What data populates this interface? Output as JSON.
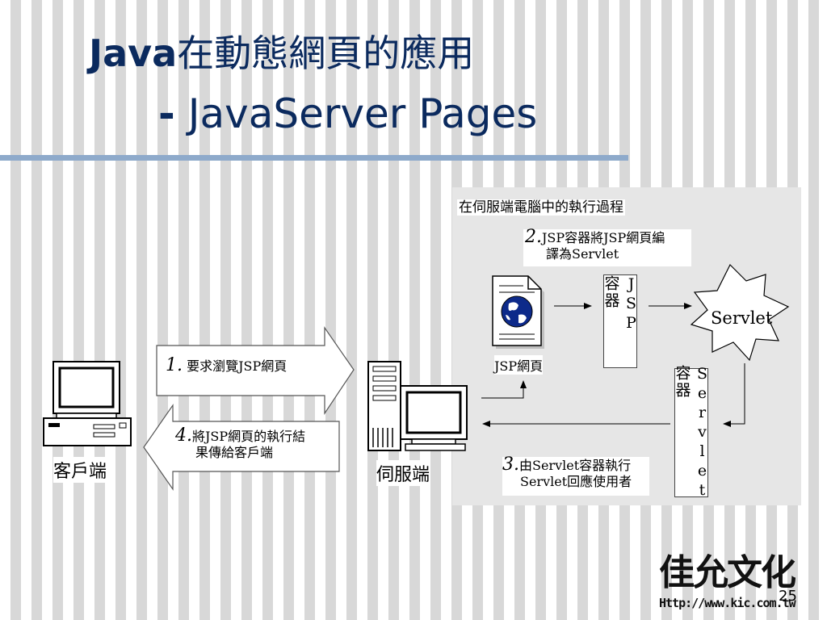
{
  "title": {
    "line1_latin": "Java",
    "line1_cjk": "在動態網頁的應用",
    "line2_dash": "-",
    "line2_text": "JavaServer Pages"
  },
  "server_panel": {
    "heading": "在伺服端電腦中的執行過程"
  },
  "steps": {
    "step1": {
      "num": "1.",
      "text": "要求瀏覽JSP網頁"
    },
    "step2": {
      "num": "2.",
      "line1": "JSP容器將JSP網頁編",
      "line2": "譯為Servlet"
    },
    "step3": {
      "num": "3.",
      "line1": "由Servlet容器執行",
      "line2": "Servlet回應使用者"
    },
    "step4": {
      "num": "4.",
      "line1": "將JSP網頁的執行結",
      "line2": "果傳給客戶端"
    }
  },
  "nodes": {
    "jsp_page": "JSP網頁",
    "jsp_container": "JSP 容器",
    "servlet": "Servlet",
    "servlet_container": "Servlet 容器",
    "client": "客戶端",
    "server": "伺服端"
  },
  "logo": {
    "line1": "佳允文化",
    "line2": "Http://www.kic.com.tw"
  },
  "page_number": "25"
}
